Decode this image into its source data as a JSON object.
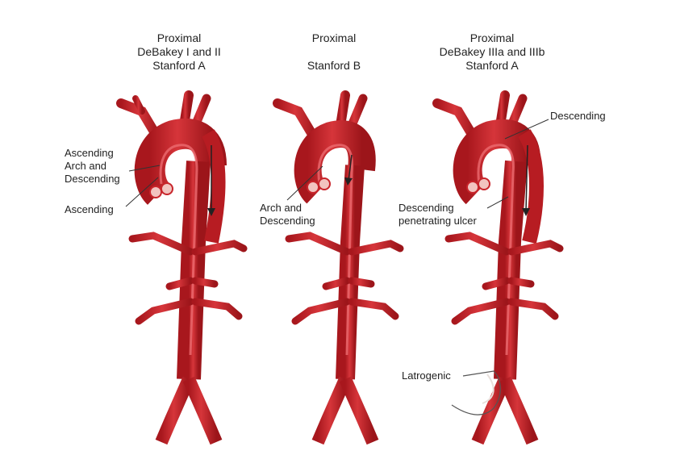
{
  "panels": [
    {
      "header": [
        "Proximal",
        "DeBakey I and II",
        "Stanford A"
      ],
      "labels": [
        {
          "lines": [
            "Ascending",
            "Arch and",
            "Descending"
          ]
        },
        {
          "lines": [
            "Ascending"
          ]
        }
      ]
    },
    {
      "header": [
        "Proximal",
        "",
        "Stanford B"
      ],
      "labels": [
        {
          "lines": [
            "Arch and",
            "Descending"
          ]
        }
      ]
    },
    {
      "header": [
        "Proximal",
        "DeBakey IIIa and IIIb",
        "Stanford A"
      ],
      "labels": [
        {
          "lines": [
            "Descending"
          ]
        },
        {
          "lines": [
            "Descending",
            "penetrating ulcer"
          ]
        },
        {
          "lines": [
            "Latrogenic"
          ]
        }
      ]
    }
  ],
  "colors": {
    "vessel": "#c8252b",
    "vessel_dark": "#8e1217",
    "highlight": "#e9656a",
    "valve": "#f2c4c0",
    "line": "#333333"
  }
}
